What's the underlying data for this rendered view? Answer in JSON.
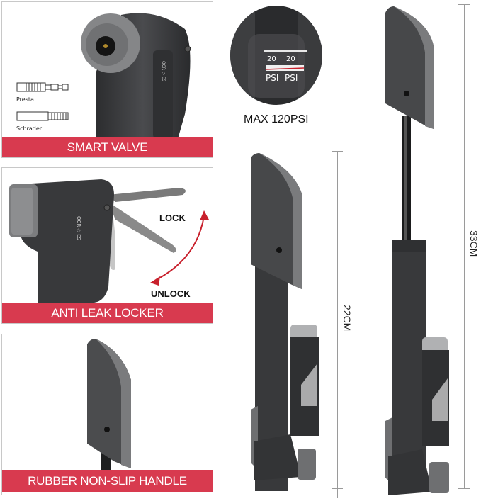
{
  "panels": [
    {
      "banner": "SMART VALVE",
      "valves": [
        {
          "label": "Presta"
        },
        {
          "label": "Schrader"
        }
      ]
    },
    {
      "banner": "ANTI LEAK LOCKER",
      "lock_label": "LOCK",
      "unlock_label": "UNLOCK"
    },
    {
      "banner": "RUBBER NON-SLIP HANDLE"
    }
  ],
  "gauge": {
    "caption": "MAX 120PSI",
    "readings": [
      "20",
      "20"
    ],
    "unit": "PSI"
  },
  "dimensions": {
    "short": "22CM",
    "long": "33CM"
  },
  "colors": {
    "banner": "#d83a4f",
    "arrow": "#c8202c",
    "pump_body": "#3a3b3d",
    "pump_rubber": "#6e6f71"
  }
}
